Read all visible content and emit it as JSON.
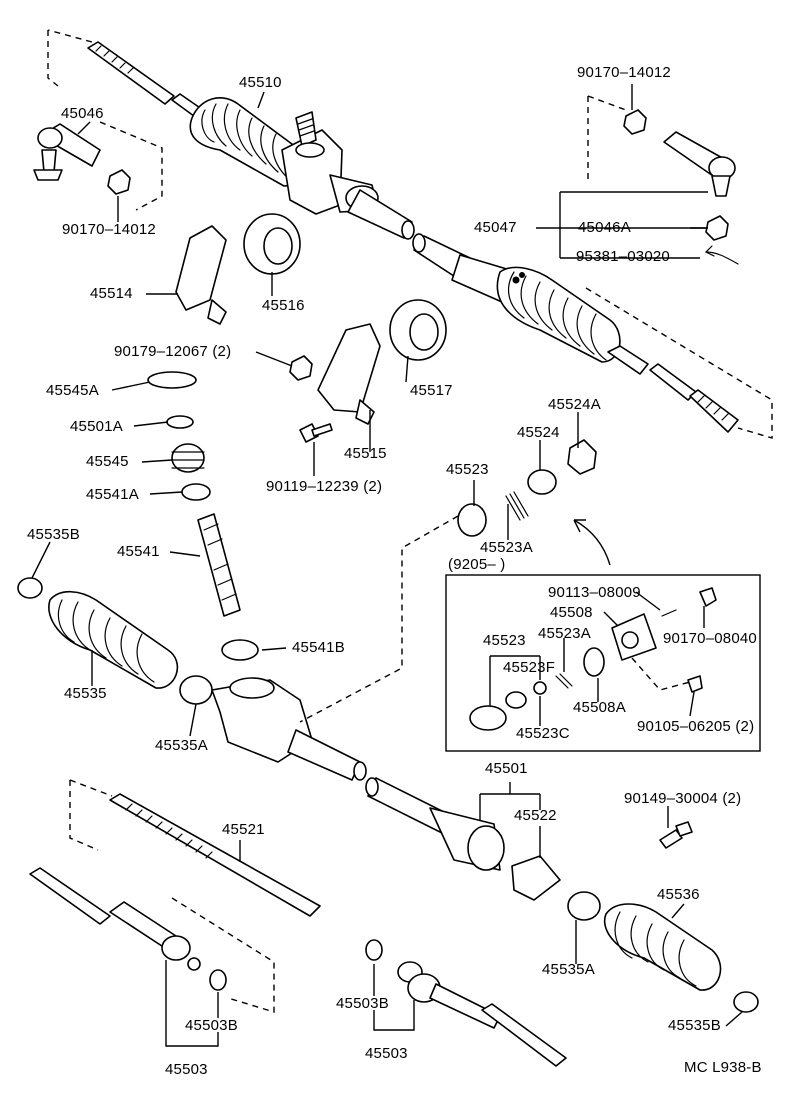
{
  "labels": {
    "p45510": "45510",
    "p90170_top": "90170–14012",
    "p45046": "45046",
    "p90170_left": "90170–14012",
    "p45047": "45047",
    "p45046A": "45046A",
    "p95381": "95381–03020",
    "p45514": "45514",
    "p45516": "45516",
    "p90179": "90179–12067 (2)",
    "p45545A": "45545A",
    "p45517": "45517",
    "p45501A": "45501A",
    "p45545": "45545",
    "p45515": "45515",
    "p45524A": "45524A",
    "p45524": "45524",
    "p90119": "90119–12239 (2)",
    "p45541A": "45541A",
    "p45523": "45523",
    "p45535B_top": "45535B",
    "p45541": "45541",
    "p45523A": "45523A",
    "p9205": "(9205–        )",
    "p90113": "90113–08009",
    "p45508": "45508",
    "p90170_08040": "90170–08040",
    "inset_45523": "45523",
    "inset_45523A": "45523A",
    "inset_45523F": "45523F",
    "p45541B": "45541B",
    "p45535": "45535",
    "p45508A": "45508A",
    "p90105": "90105–06205 (2)",
    "inset_45523C": "45523C",
    "p45535A_left": "45535A",
    "p45501": "45501",
    "p90149": "90149–30004 (2)",
    "p45521": "45521",
    "p45522": "45522",
    "p45536": "45536",
    "p45535A_right": "45535A",
    "p45503B_left": "45503B",
    "p45503B_mid": "45503B",
    "p45535B_bottom": "45535B",
    "p45503_mid": "45503",
    "p45503_left": "45503",
    "code": "MC L938-B"
  }
}
